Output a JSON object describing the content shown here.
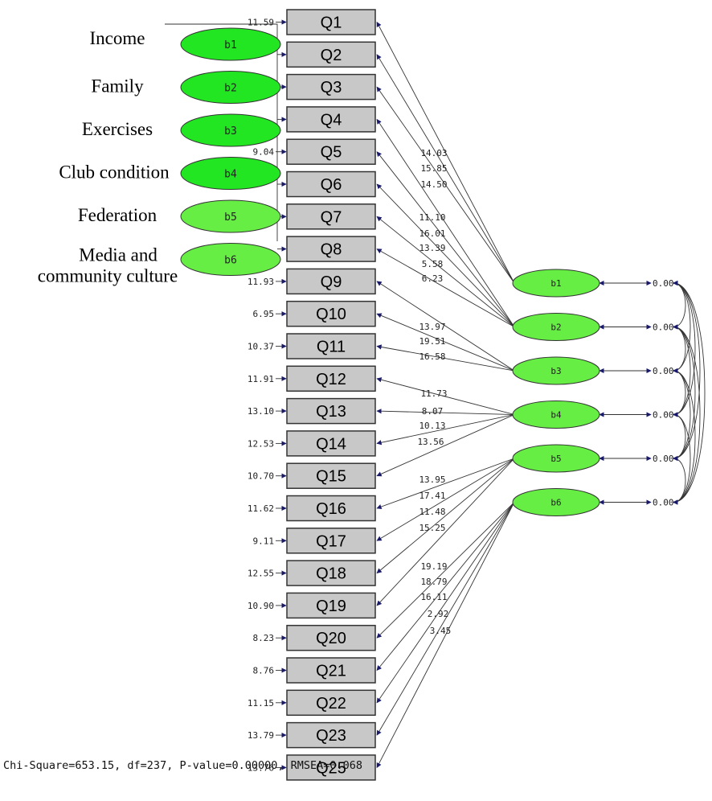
{
  "colors": {
    "latent_fill": "#66ee44",
    "left_latent_fill": "#22e622",
    "box_fill": "#c8c8c8",
    "edge": "#333333",
    "arrow": "#1a1a6a"
  },
  "observed": [
    "Q1",
    "Q2",
    "Q3",
    "Q4",
    "Q5",
    "Q6",
    "Q7",
    "Q8",
    "Q9",
    "Q10",
    "Q11",
    "Q12",
    "Q13",
    "Q14",
    "Q15",
    "Q16",
    "Q17",
    "Q18",
    "Q19",
    "Q20",
    "Q21",
    "Q22",
    "Q23",
    "Q25"
  ],
  "error_variances": [
    "11.59",
    "",
    "",
    "",
    "9.04",
    "",
    "",
    "",
    "11.93",
    "6.95",
    "10.37",
    "11.91",
    "13.10",
    "12.53",
    "10.70",
    "11.62",
    "9.11",
    "12.55",
    "10.90",
    "8.23",
    "8.76",
    "11.15",
    "13.79",
    "13.76"
  ],
  "left_factors": [
    {
      "id": "b1",
      "label": "Income"
    },
    {
      "id": "b2",
      "label": "Family"
    },
    {
      "id": "b3",
      "label": "Exercises"
    },
    {
      "id": "b4",
      "label": "Club condition"
    },
    {
      "id": "b5",
      "label": "Federation"
    },
    {
      "id": "b6",
      "label_line1": "Media and",
      "label_line2": "community culture"
    }
  ],
  "latent": [
    {
      "id": "b1",
      "variance": "0.00"
    },
    {
      "id": "b2",
      "variance": "0.00"
    },
    {
      "id": "b3",
      "variance": "0.00"
    },
    {
      "id": "b4",
      "variance": "0.00"
    },
    {
      "id": "b5",
      "variance": "0.00"
    },
    {
      "id": "b6",
      "variance": "0.00"
    }
  ],
  "paths": [
    {
      "from": "b1",
      "to": "Q1",
      "coef": "14.03"
    },
    {
      "from": "b1",
      "to": "Q2",
      "coef": "15.85"
    },
    {
      "from": "b1",
      "to": "Q3",
      "coef": "14.50"
    },
    {
      "from": "b2",
      "to": "Q4",
      "coef": "11.10"
    },
    {
      "from": "b2",
      "to": "Q5",
      "coef": "16.01"
    },
    {
      "from": "b2",
      "to": "Q6",
      "coef": "13.39"
    },
    {
      "from": "b2",
      "to": "Q7",
      "coef": "5.58"
    },
    {
      "from": "b2",
      "to": "Q8",
      "coef": "6.23"
    },
    {
      "from": "b3",
      "to": "Q9",
      "coef": "13.97"
    },
    {
      "from": "b3",
      "to": "Q10",
      "coef": "19.51"
    },
    {
      "from": "b3",
      "to": "Q11",
      "coef": "16.58"
    },
    {
      "from": "b4",
      "to": "Q12",
      "coef": "11.73"
    },
    {
      "from": "b4",
      "to": "Q13",
      "coef": "8.07"
    },
    {
      "from": "b4",
      "to": "Q14",
      "coef": "10.13"
    },
    {
      "from": "b4",
      "to": "Q15",
      "coef": "13.56"
    },
    {
      "from": "b5",
      "to": "Q16",
      "coef": "13.95"
    },
    {
      "from": "b5",
      "to": "Q17",
      "coef": "17.41"
    },
    {
      "from": "b5",
      "to": "Q18",
      "coef": "11.48"
    },
    {
      "from": "b5",
      "to": "Q19",
      "coef": "15.25"
    },
    {
      "from": "b6",
      "to": "Q20",
      "coef": "19.19"
    },
    {
      "from": "b6",
      "to": "Q21",
      "coef": "18.79"
    },
    {
      "from": "b6",
      "to": "Q22",
      "coef": "16.11"
    },
    {
      "from": "b6",
      "to": "Q23",
      "coef": "2.92"
    },
    {
      "from": "b6",
      "to": "Q25",
      "coef": "3.45"
    }
  ],
  "fit_stats": "Chi-Square=653.15, df=237, P-value=0.00000, RMSEA=0.068"
}
